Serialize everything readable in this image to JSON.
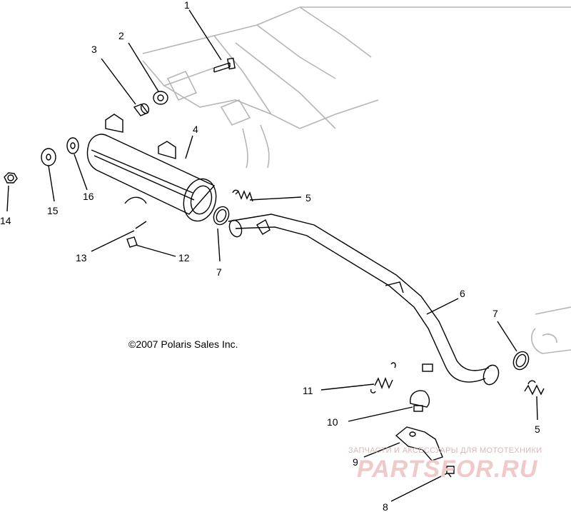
{
  "copyright": "©2007 Polaris Sales Inc.",
  "watermark": {
    "tagline": "ЗАПЧАСТИ И АКСЕССУАРЫ ДЛЯ МОТОТЕХНИКИ",
    "brand": "PARTSFOR.RU"
  },
  "callouts": [
    "1",
    "2",
    "3",
    "4",
    "5",
    "5",
    "6",
    "7",
    "7",
    "8",
    "9",
    "10",
    "11",
    "12",
    "13",
    "14",
    "15",
    "16"
  ],
  "colors": {
    "line": "#000000",
    "frame": "#b5b5b5",
    "watermark": "#f0c9c9"
  }
}
